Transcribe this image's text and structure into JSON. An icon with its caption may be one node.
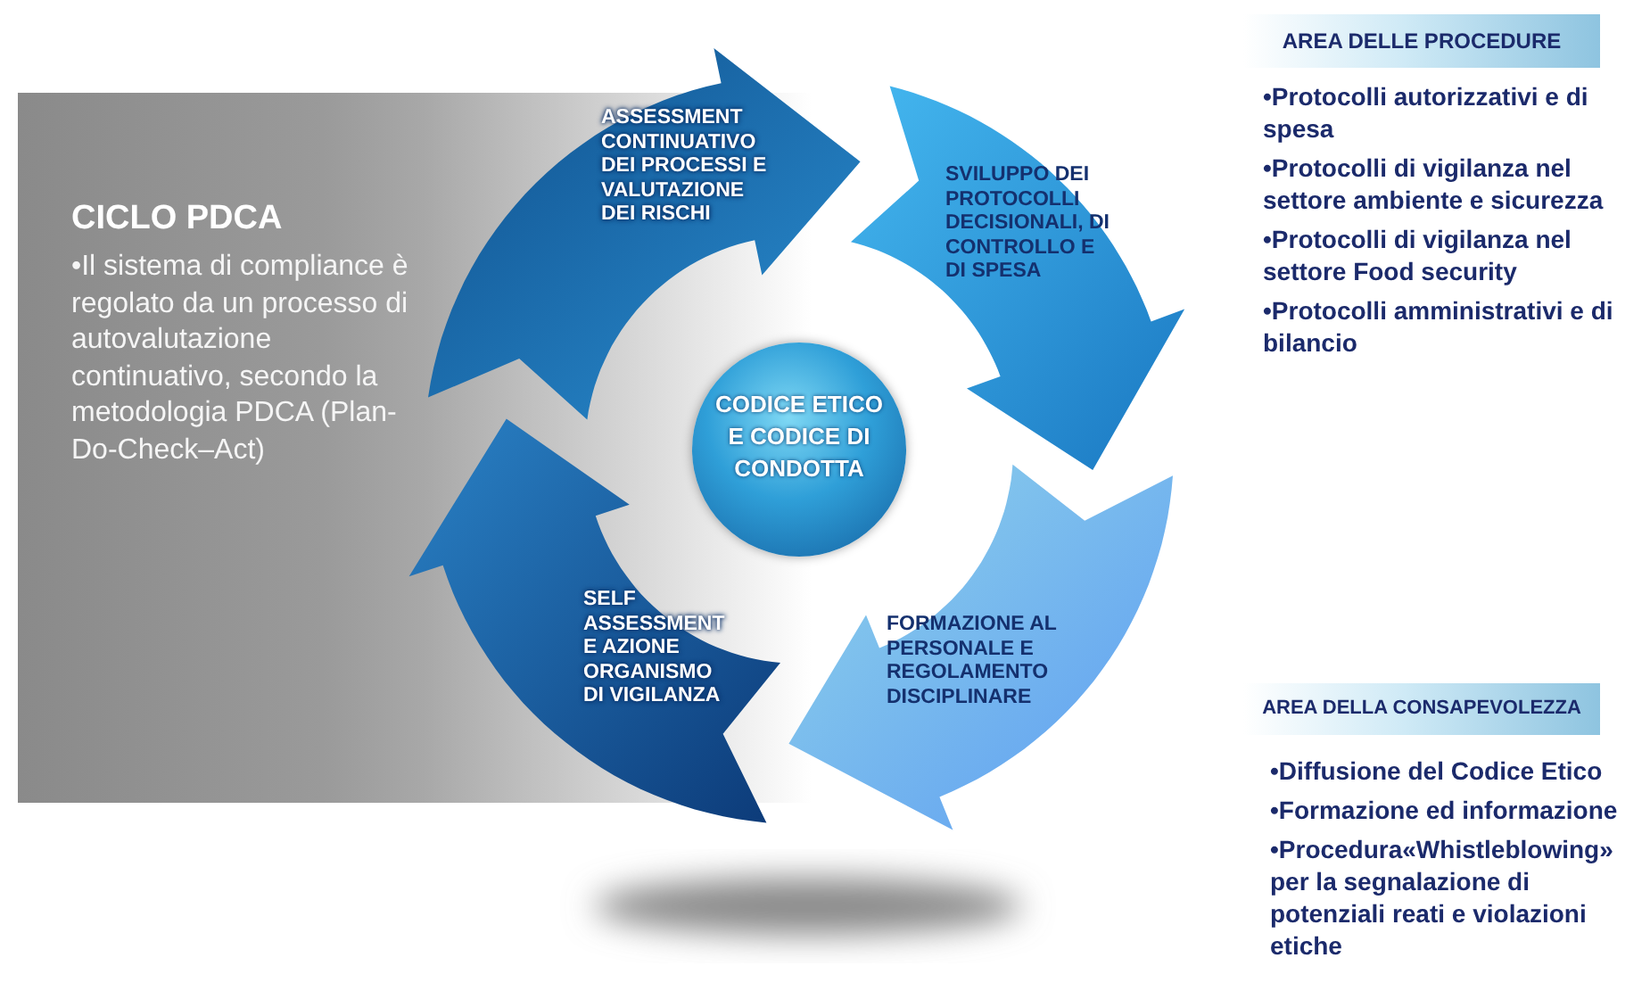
{
  "diagram": {
    "nodes": [
      {
        "text": [
          "CICLO PDCA",
          "•Il sistema di compliance è regolato da un processo di autovalutazione continuativo, secondo la metodologia PDCA (Plan-Do-Check–Act)"
        ]
      },
      {
        "text": [
          "ASSESSMENT CONTINUATIVO DEI PROCESSI E VALUTAZIONE DEI RISCHI"
        ]
      },
      {
        "text": [
          "SVILUPPO DEI PROTOCOLLI DECISIONALI, DI CONTROLLO E DI SPESA"
        ]
      },
      {
        "text": [
          "FORMAZIONE AL PERSONALE E REGOLAMENTO DISCIPLINARE"
        ]
      },
      {
        "text": [
          "SELF ASSESSMENT E AZIONE ORGANISMO DI VIGILANZA"
        ]
      },
      {
        "text": [
          "CODICE ETICO E CODICE DI CONDOTTA"
        ]
      },
      {
        "text": [
          "AREA DELLE PROCEDURE"
        ],
        "beside": [
          "•Protocolli autorizzativi e di spesa",
          "•Protocolli di vigilanza nel settore ambiente e sicurezza",
          "•Protocolli di vigilanza nel settore Food security",
          "•Protocolli amministrativi e di bilancio"
        ]
      },
      {
        "text": [
          "AREA DELLA CONSAPEVOLEZZA"
        ],
        "beside": [
          "•Diffusione del Codice Etico",
          "•Formazione ed informazione",
          "•Procedura«Whistleblowing» per la segnalazione di potenziali reati e violazioni etiche"
        ]
      }
    ]
  }
}
